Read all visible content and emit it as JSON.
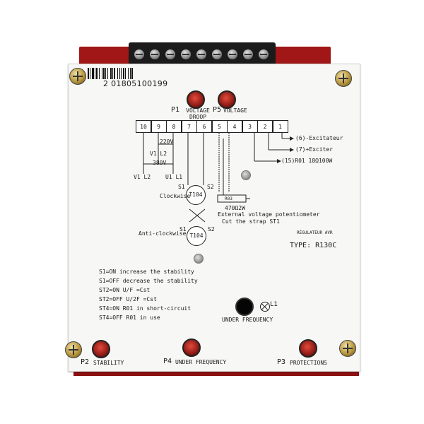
{
  "device": {
    "serial": "2 01805100199",
    "regulator_label": "RÉGULATEUR AVR",
    "type_label": "TYPE: R130C"
  },
  "pots": {
    "p1": {
      "id": "P1",
      "label": "VOLTAGE DROOP"
    },
    "p5": {
      "id": "P5",
      "label": "VOLTAGE"
    },
    "p2": {
      "id": "P2",
      "label": "STABILITY"
    },
    "p4": {
      "id": "P4",
      "label": "UNDER FREQUENCY"
    },
    "p3": {
      "id": "P3",
      "label": "PROTECTIONS"
    }
  },
  "led": {
    "label": "UNDER FREQUENCY",
    "lamp_id": "L1"
  },
  "terminals": [
    "10",
    "9",
    "8",
    "7",
    "6",
    "5",
    "4",
    "3",
    "2",
    "1"
  ],
  "wiring": {
    "excitateur": "(6)-Excitateur",
    "exciter": "(7)+Exciter",
    "r01": "(15)R01 18Ω100W",
    "v220": "220V",
    "v380": "380V",
    "v1_l2_inner": "V1 L2",
    "v1_l2_outer": "V1 L2",
    "u1_l1": "U1 L1",
    "s1_top": "S1",
    "s2_top": "S2",
    "clockwise": "Clockwise",
    "t104_top": "T104",
    "s1_bottom": "S1",
    "s2_bottom": "S2",
    "anticlockwise": "Anti-clockwise",
    "t104_bottom": "T104",
    "r03": "R03",
    "resistor": "470Ω2W",
    "ext_pot": "External voltage potentiometer",
    "cut_strap": "Cut the strap ST1"
  },
  "settings": [
    "S1=ON increase the stability",
    "S1=OFF decrease the stability",
    "ST2=ON  U/F =Cst",
    "ST2=OFF U/2F =Cst",
    "ST4=ON  R01 in short-circuit",
    "ST4=OFF R01 in use"
  ],
  "colors": {
    "board_red": "#a11616",
    "panel": "#f7f7f5",
    "pot_red": "#c8352a"
  }
}
